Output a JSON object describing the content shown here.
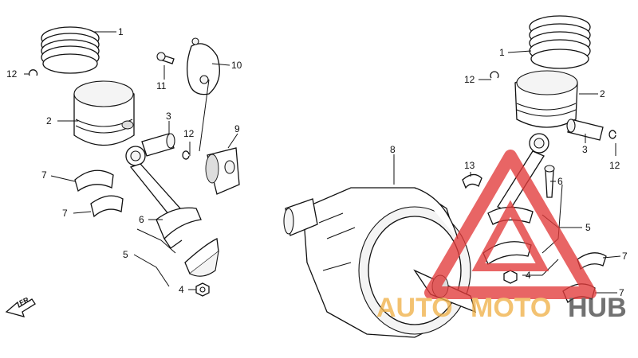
{
  "diagram": {
    "callouts": {
      "left": [
        {
          "id": "l1",
          "text": "1"
        },
        {
          "id": "l12a",
          "text": "12"
        },
        {
          "id": "l2",
          "text": "2"
        },
        {
          "id": "l10",
          "text": "10"
        },
        {
          "id": "l11",
          "text": "11"
        },
        {
          "id": "l3",
          "text": "3"
        },
        {
          "id": "l12b",
          "text": "12"
        },
        {
          "id": "l9",
          "text": "9"
        },
        {
          "id": "l7a",
          "text": "7"
        },
        {
          "id": "l7b",
          "text": "7"
        },
        {
          "id": "l6",
          "text": "6"
        },
        {
          "id": "l5",
          "text": "5"
        },
        {
          "id": "l4",
          "text": "4"
        }
      ],
      "right": [
        {
          "id": "r1",
          "text": "1"
        },
        {
          "id": "r12a",
          "text": "12"
        },
        {
          "id": "r2",
          "text": "2"
        },
        {
          "id": "r8",
          "text": "8"
        },
        {
          "id": "r3",
          "text": "3"
        },
        {
          "id": "r12b",
          "text": "12"
        },
        {
          "id": "r13",
          "text": "13"
        },
        {
          "id": "r6",
          "text": "6"
        },
        {
          "id": "r5",
          "text": "5"
        },
        {
          "id": "r7a",
          "text": "7"
        },
        {
          "id": "r4",
          "text": "4"
        },
        {
          "id": "r7b",
          "text": "7"
        }
      ]
    },
    "front_marker": "FR."
  },
  "watermark": {
    "part1": "AUTO",
    "part2": "MOTO",
    "part3": "HUB",
    "colors": {
      "auto": "#f0b24a",
      "moto": "#f0b24a",
      "hub": "#4a4a4a",
      "triangle": "#e23a3a"
    }
  }
}
